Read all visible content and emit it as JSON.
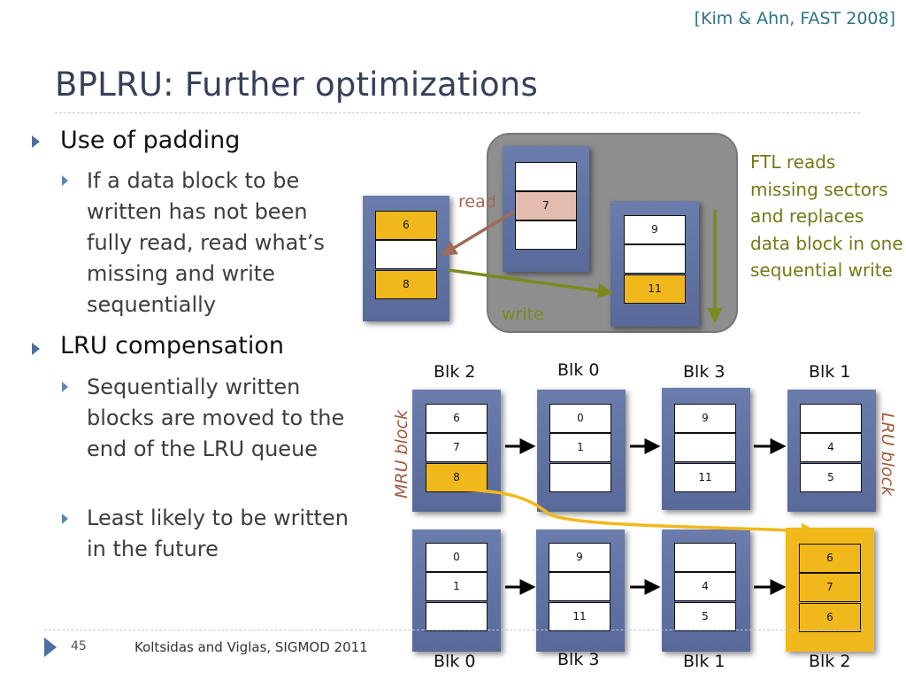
{
  "citation": "[Kim & Ahn, FAST 2008]",
  "title": "BPLRU: Further optimizations",
  "bullets": [
    {
      "text": "Use of padding",
      "sub": [
        "If a data block to be written has not been fully read, read what’s missing and write sequentially"
      ]
    },
    {
      "text": "LRU compensation",
      "sub": [
        "Sequentially written blocks are moved to the end of the LRU queue",
        "Least likely to be written in the future"
      ]
    }
  ],
  "diagram_top": {
    "note": "FTL reads missing sectors and replaces data block in one sequential write",
    "read_label": "read",
    "write_label": "write",
    "buffer_block": [
      "6",
      "",
      "8"
    ],
    "flash_block_read": [
      "",
      "7",
      ""
    ],
    "flash_block_write": [
      "9",
      "",
      "11"
    ]
  },
  "diagram_bottom": {
    "mru_label": "MRU block",
    "lru_label": "LRU block",
    "row1": [
      {
        "label": "Blk 2",
        "cells": [
          "6",
          "7",
          "8"
        ]
      },
      {
        "label": "Blk 0",
        "cells": [
          "0",
          "1",
          ""
        ]
      },
      {
        "label": "Blk 3",
        "cells": [
          "9",
          "",
          "11"
        ]
      },
      {
        "label": "Blk 1",
        "cells": [
          "",
          "4",
          "5"
        ]
      }
    ],
    "row2": [
      {
        "label": "Blk 0",
        "cells": [
          "0",
          "1",
          ""
        ]
      },
      {
        "label": "Blk 3",
        "cells": [
          "9",
          "",
          "11"
        ]
      },
      {
        "label": "Blk 1",
        "cells": [
          "",
          "4",
          "5"
        ]
      },
      {
        "label": "Blk 2",
        "cells": [
          "6",
          "7",
          "6"
        ]
      }
    ]
  },
  "footer": {
    "page_number": "45",
    "source": "Koltsidas and Viglas, SIGMOD 2011"
  },
  "colors": {
    "title": "#35405a",
    "block": "#5f70a2",
    "highlight": "#f1b81c",
    "read_arrow": "#a06a55",
    "write_arrow": "#7b8a1e",
    "green_text": "#6f7b14"
  }
}
